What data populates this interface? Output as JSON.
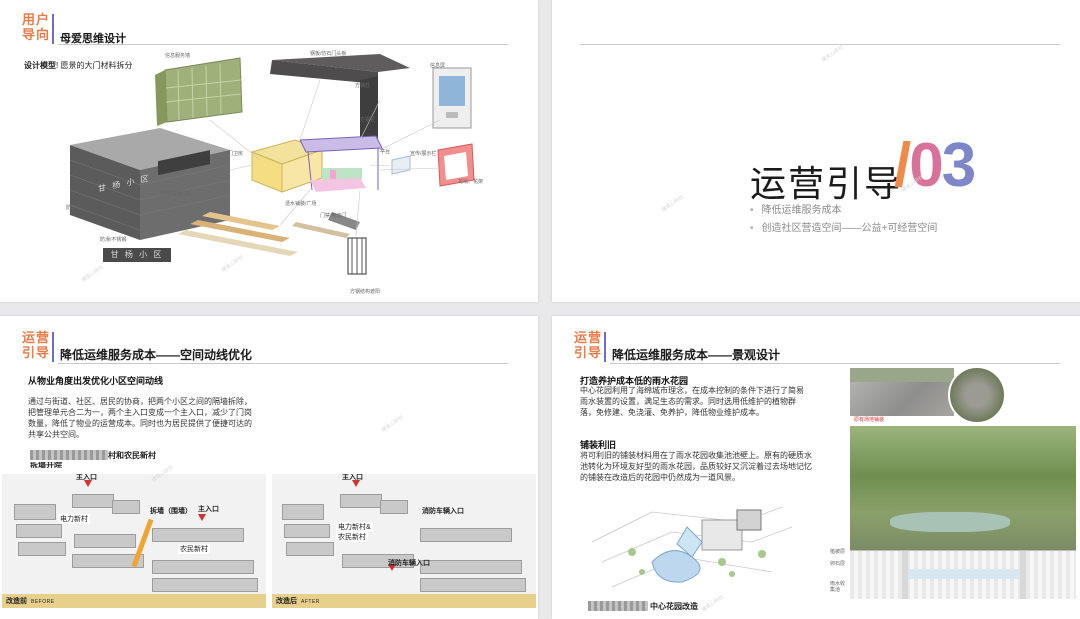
{
  "slides": {
    "s1": {
      "tag": [
        "用户",
        "导向"
      ],
      "title": "母爱思维设计",
      "subtitle_bold": "设计模型",
      "subtitle_rest": "! 愿景的大门材料拆分",
      "callouts": [
        "信息服务墙",
        "钢板/仿石门头板",
        "方钢柱",
        "方钢柱",
        "信息屏",
        "门卫房",
        "亭台",
        "宣传/展示栏",
        "自动/智能门禁",
        "透水铺装/广场",
        "门禁/电动门",
        "花坛、花架",
        "防护栏",
        "防滑/不锈钢",
        "方钢结构遮阳"
      ],
      "sign_text": [
        "甘 杨 小 区",
        "甘 杨 小 区"
      ]
    },
    "s2": {
      "title": "运营引导",
      "number": [
        "/",
        "0",
        "3"
      ],
      "bullets": [
        "降低运维服务成本",
        "创造社区营造空间——公益+可经营空间"
      ]
    },
    "s3": {
      "tag": [
        "运营",
        "引导"
      ],
      "title": "降低运维服务成本——空间动线优化",
      "subtitle": "从物业角度出发优化小区空间动线",
      "paragraph": "通过与街道、社区、居民的协商，把两个小区之间的隔墙拆除，把管理单元合二为一，两个主入口变成一个主入口，减少了门岗数量，降低了物业的运营成本。同时也为居民提供了便捷可达的共享公共空间。",
      "caption_visible": "村和农民新村",
      "caption_cut": "拆墙开院",
      "map_before": {
        "labels": [
          "主入口",
          "电力新村",
          "拆墙（围墙）",
          "主入口",
          "农民新村"
        ],
        "bar_label": "改造前",
        "bar_sub": "BEFORE"
      },
      "map_after": {
        "labels": [
          "主入口",
          "消防车辆入口",
          "电力新村&",
          "农民新村",
          "消防车辆入口"
        ],
        "bar_label": "改造后",
        "bar_sub": "AFTER"
      }
    },
    "s4": {
      "tag": [
        "运营",
        "引导"
      ],
      "title": "降低运维服务成本——景观设计",
      "h1": "打造养护成本低的雨水花园",
      "p1": "中心花园利用了海绵城市理念，在成本控制的条件下进行了简易雨水装置的设置，满足生态的需求。同时选用低维护的植物群落，免修建、免浇灌、免养护，降低物业维护成本。",
      "h2": "铺装利旧",
      "p2": "将可利旧的铺装材料用在了雨水花园收集池池壁上。原有的硬质水池转化为环境友好型的雨水花园，品质较好又沉淀着过去场地记忆的铺装在改造后的花园中仍然成为一道风景。",
      "photo_tag": "原有场地铺装",
      "caption": "中心花园改造",
      "side_labels": [
        "雨水收",
        "集池",
        "植被层",
        "卵石层"
      ]
    }
  },
  "watermark": "建筑心研社",
  "colors": {
    "accent_orange": "#e87b48",
    "accent_purple": "#6d6ec7",
    "bar_gold": "#e7cf8c"
  }
}
